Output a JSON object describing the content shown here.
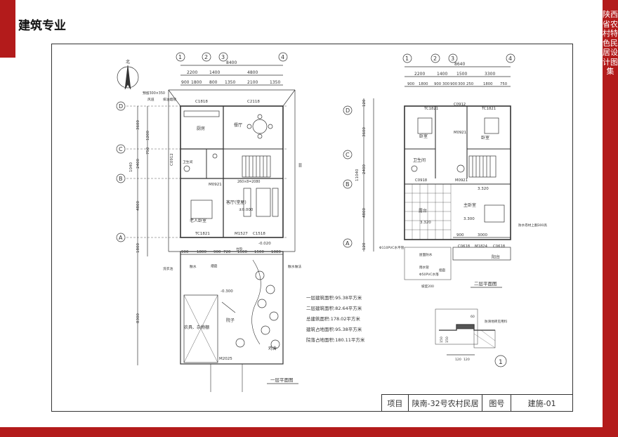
{
  "header": {
    "section_title": "建筑专业"
  },
  "sidebar": {
    "vertical_title": "陕西省农村特色民居设计图集"
  },
  "colors": {
    "brand_red": "#b31b1b",
    "line": "#333333",
    "paper": "#ffffff"
  },
  "plan1": {
    "caption": "一层平面图",
    "north": "北",
    "axes_top": [
      "1",
      "2",
      "3",
      "4"
    ],
    "axes_left": [
      "D",
      "C",
      "B",
      "A"
    ],
    "total_width": "8400",
    "dims_row1": [
      "2200",
      "1400",
      "4800"
    ],
    "dims_row2": [
      "900",
      "1800",
      "800",
      "1350",
      "2100",
      "1350"
    ],
    "dims_bottom": [
      "900",
      "1800",
      "900",
      "720",
      "1500",
      "1500",
      "1080"
    ],
    "dims_left": [
      "3600",
      "1200",
      "750",
      "2400",
      "1040",
      "4800",
      "1800",
      "8300"
    ],
    "rooms": [
      "厨房",
      "餐厅",
      "客厅(堂屋)",
      "老人卧室",
      "院子",
      "农具、杂物棚",
      "鸡舍"
    ],
    "windows": [
      "C1818",
      "C2118",
      "TC1821",
      "C1518",
      "C0912",
      "M1527",
      "M2025",
      "M0921"
    ],
    "elevations": [
      "±0.000",
      "-0.020",
      "-0.300"
    ],
    "notes": [
      "预留300×350",
      "风道",
      "排油烟管",
      "洗衣池",
      "烟囱",
      "散水",
      "散水做法",
      "卫生间",
      "台阶"
    ],
    "section_mark": "II",
    "stair_dims": "260×8=2080",
    "areas": [
      "一层建筑面积:95.38平方米",
      "二层建筑面积:82.64平方米",
      "总建筑面积:178.02平方米",
      "建筑占地面积:95.38平方米",
      "院落占地面积:180.11平方米"
    ]
  },
  "plan2": {
    "caption": "二层平面图",
    "axes_top": [
      "1",
      "2",
      "3",
      "4"
    ],
    "axes_left": [
      "D",
      "C",
      "B",
      "A"
    ],
    "total_width": "8640",
    "dims_row1": [
      "2200",
      "1400",
      "1500",
      "3300"
    ],
    "dims_row2": [
      "900",
      "1800",
      "900",
      "300",
      "900",
      "300",
      "250",
      "1800",
      "750"
    ],
    "dims_bottom": [
      "900",
      "3000"
    ],
    "dims_left": [
      "120",
      "3600",
      "2400",
      "11040",
      "4800",
      "120"
    ],
    "rooms": [
      "卧室",
      "卧室",
      "主卧室",
      "卫生间",
      "阳台",
      "露台"
    ],
    "windows": [
      "TC1821",
      "C0912",
      "TC1821",
      "M0921",
      "M0921",
      "M1824",
      "C0618",
      "C0618",
      "C0918"
    ],
    "elevations": [
      "3.300",
      "3.320",
      "3.320"
    ],
    "notes": [
      "Φ110PVC水平管",
      "Φ50PVC水落",
      "坡度200",
      "防水卷材上翻300高",
      "屋面防水",
      "烟囱",
      "雨水管"
    ]
  },
  "detail": {
    "marker": "1",
    "label": "防滑地砖见用料",
    "dims": [
      "60",
      "150",
      "150",
      "120",
      "120"
    ]
  },
  "title_block": {
    "project_label": "项目",
    "project_name": "陕南-32号农村民居",
    "drawing_label": "图号",
    "drawing_number": "建施-01"
  }
}
